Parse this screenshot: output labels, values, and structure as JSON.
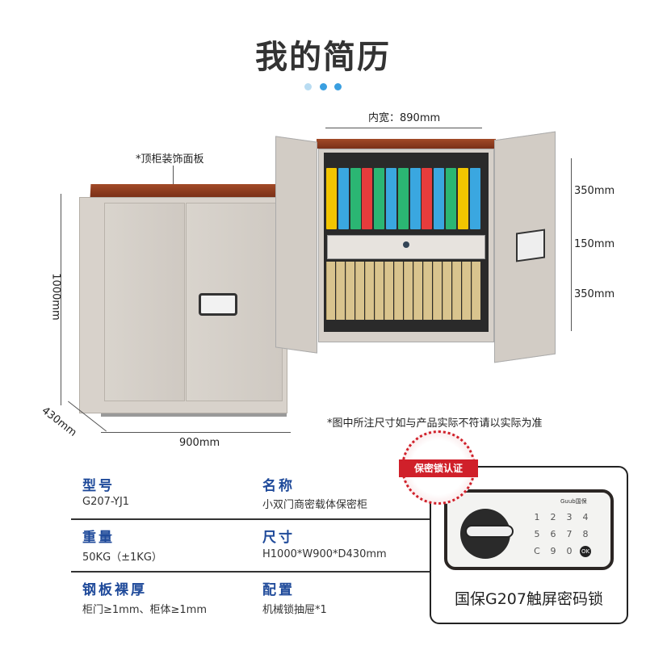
{
  "header": {
    "title": "我的简历"
  },
  "colors": {
    "accent": "#1f4a9a",
    "dot_light": "#b9dcf2",
    "dot": "#3a9fe0",
    "seal": "#d0202a",
    "board": "#8b3a1e"
  },
  "left_cabinet": {
    "top_panel_label": "*顶柜装饰面板",
    "height_label": "1000mm",
    "depth_label": "430mm",
    "width_label": "900mm"
  },
  "right_cabinet": {
    "inner_width_label": "内宽：890mm",
    "section_labels": [
      "350mm",
      "150mm",
      "350mm"
    ],
    "note": "*图中所注尺寸如与产品实际不符请以实际为准"
  },
  "specs": [
    {
      "heading": "型号",
      "value": "G207-YJ1"
    },
    {
      "heading": "名称",
      "value": "小双门商密载体保密柜"
    },
    {
      "heading": "重量",
      "value": "50KG（±1KG）"
    },
    {
      "heading": "尺寸",
      "value": "H1000*W900*D430mm"
    },
    {
      "heading": "钢板裸厚",
      "value": "柜门≥1mm、柜体≥1mm"
    },
    {
      "heading": "配置",
      "value": "机械锁抽屉*1"
    }
  ],
  "lock_card": {
    "seal_text": "保密锁认证",
    "caption": "国保G207触屏密码锁",
    "brand": "Guub国保",
    "keys": [
      "1",
      "2",
      "3",
      "4",
      "5",
      "6",
      "7",
      "8",
      "C",
      "9",
      "0",
      "OK"
    ]
  }
}
